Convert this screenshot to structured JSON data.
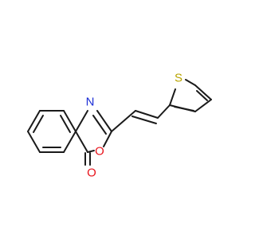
{
  "molecule": {
    "atoms": {
      "nitrogen": {
        "symbol": "N",
        "color": "#1d2fd6"
      },
      "ring_oxygen": {
        "symbol": "O",
        "color": "#e8131b"
      },
      "carbonyl_oxygen": {
        "symbol": "O",
        "color": "#e8131b"
      },
      "sulfur": {
        "symbol": "S",
        "color": "#b8a400"
      }
    },
    "bond_color": "#1a1a1a",
    "background": "#ffffff"
  }
}
